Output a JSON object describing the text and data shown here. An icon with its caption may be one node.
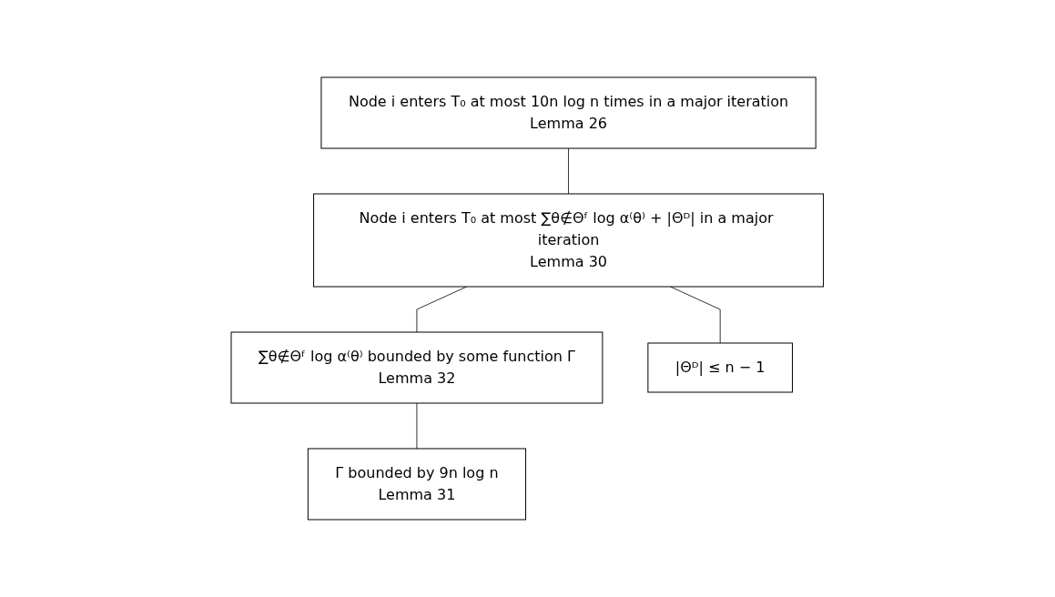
{
  "diagram": {
    "nodes": [
      {
        "text": [
          "Node i enters T₀ at most 10n log n times in a major iteration",
          "Lemma 26"
        ]
      },
      {
        "text": [
          "Node i enters T₀ at most ∑θ∉Θᶠ log α⁽θ⁾ + |Θᴰ| in a major iteration",
          "Lemma 30"
        ]
      },
      {
        "text": [
          "∑θ∉Θᶠ log α⁽θ⁾ bounded by some function Γ",
          "Lemma 32"
        ]
      },
      {
        "text": [
          "|Θᴰ| ≤ n − 1"
        ]
      },
      {
        "text": [
          "Γ bounded by 9n log n",
          "Lemma 31"
        ]
      }
    ],
    "edges": [
      {
        "from": 0,
        "to": 1,
        "arrow": "none"
      },
      {
        "from": 1,
        "to": 2,
        "arrow": "none"
      },
      {
        "from": 1,
        "to": 3,
        "arrow": "none"
      },
      {
        "from": 2,
        "to": 4,
        "arrow": "none"
      }
    ]
  }
}
